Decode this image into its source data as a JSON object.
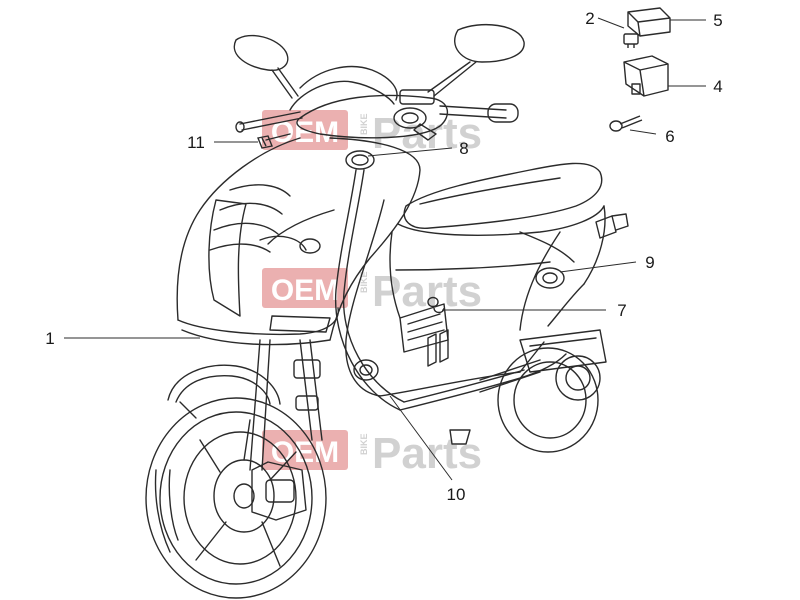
{
  "diagram": {
    "callouts": [
      {
        "id": "c1",
        "label": "1"
      },
      {
        "id": "c2",
        "label": "2"
      },
      {
        "id": "c4",
        "label": "4"
      },
      {
        "id": "c5",
        "label": "5"
      },
      {
        "id": "c6",
        "label": "6"
      },
      {
        "id": "c7",
        "label": "7"
      },
      {
        "id": "c8",
        "label": "8"
      },
      {
        "id": "c9",
        "label": "9"
      },
      {
        "id": "c10",
        "label": "10"
      },
      {
        "id": "c11",
        "label": "11"
      }
    ]
  },
  "watermark": {
    "brand_left": "OEM",
    "brand_small": "BIKE",
    "brand_right": "Parts",
    "color_red": "#e8a3a3",
    "color_grey": "#c9c9c9"
  },
  "colors": {
    "line": "#2b2b2b",
    "background": "#ffffff"
  }
}
